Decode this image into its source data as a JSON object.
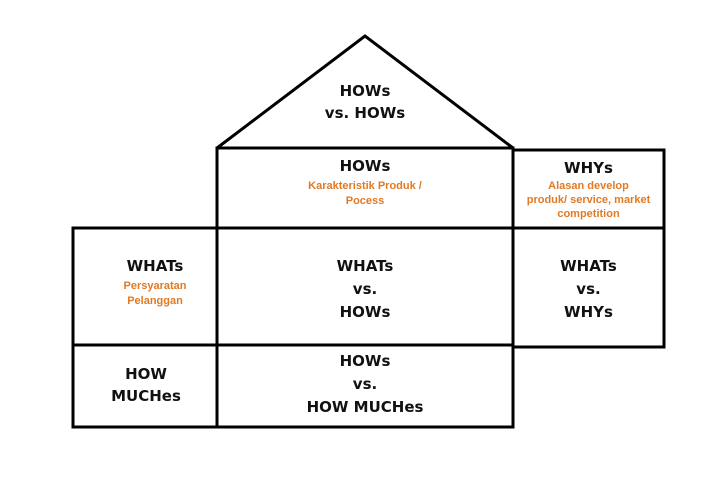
{
  "colors": {
    "line": "#000000",
    "text": "#111111",
    "accent": "#e07a26"
  },
  "roof": {
    "line1": "HOWs",
    "line2": "vs. HOWs"
  },
  "hows": {
    "title": "HOWs",
    "sub1": "Karakteristik Produk /",
    "sub2": "Pocess"
  },
  "whys": {
    "title": "WHYs",
    "sub1": "Alasan develop",
    "sub2": "produk/ service, market",
    "sub3": "competition"
  },
  "whats": {
    "title": "WHATs",
    "sub1": "Persyaratan",
    "sub2": "Pelanggan"
  },
  "whats_vs_hows": {
    "line1": "WHATs",
    "line2": "vs.",
    "line3": "HOWs"
  },
  "whats_vs_whys": {
    "line1": "WHATs",
    "line2": "vs.",
    "line3": "WHYs"
  },
  "how_muches": {
    "line1": "HOW",
    "line2": "MUCHes"
  },
  "hows_vs_how_muches": {
    "line1": "HOWs",
    "line2": "vs.",
    "line3": "HOW MUCHes"
  }
}
